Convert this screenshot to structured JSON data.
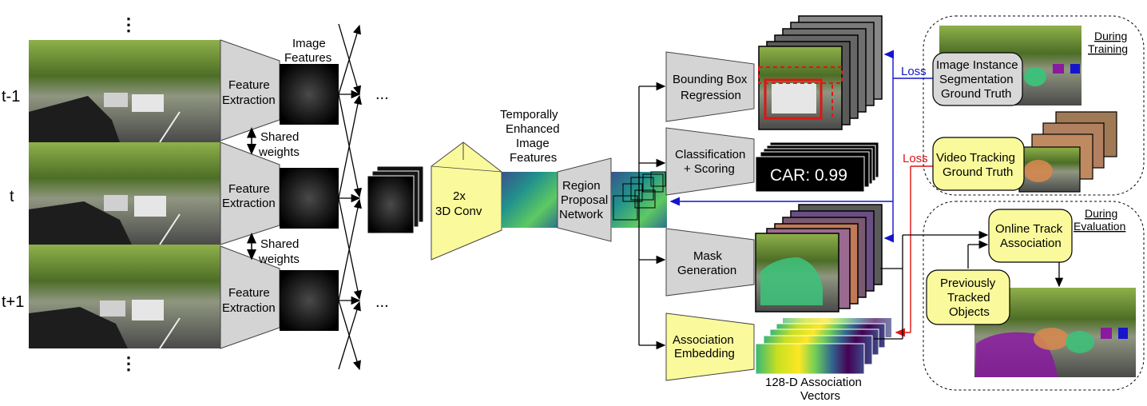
{
  "frames": {
    "labels": [
      "t-1",
      "t",
      "t+1"
    ],
    "top_dots": "⋮",
    "bottom_dots": "⋮"
  },
  "feature_extraction": {
    "label_line1": "Feature",
    "label_line2": "Extraction",
    "shared_line1": "Shared",
    "shared_line2": "weights"
  },
  "image_features": {
    "line1": "Image",
    "line2": "Features"
  },
  "ellipsis": "...",
  "conv3d": {
    "line1": "2x",
    "line2": "3D Conv"
  },
  "temporal": {
    "line1": "Temporally",
    "line2": "Enhanced",
    "line3": "Image",
    "line4": "Features"
  },
  "rpn": {
    "line1": "Region",
    "line2": "Proposal",
    "line3": "Network"
  },
  "heads": {
    "bbox": {
      "line1": "Bounding Box",
      "line2": "Regression"
    },
    "cls": {
      "line1": "Classification",
      "line2": "+ Scoring"
    },
    "mask": {
      "line1": "Mask",
      "line2": "Generation"
    },
    "assoc": {
      "line1": "Association",
      "line2": "Embedding"
    }
  },
  "score_text": "CAR: 0.99",
  "vectors": {
    "line1": "128-D Association",
    "line2": "Vectors"
  },
  "loss": {
    "blue": "Loss",
    "red": "Loss"
  },
  "training": {
    "title_line1": "During",
    "title_line2": "Training",
    "seg_gt": {
      "line1": "Image Instance",
      "line2": "Segmentation",
      "line3": "Ground Truth"
    },
    "track_gt": {
      "line1": "Video Tracking",
      "line2": "Ground Truth"
    }
  },
  "evaluation": {
    "title_line1": "During",
    "title_line2": "Evaluation",
    "assoc_box": {
      "line1": "Online Track",
      "line2": "Association"
    },
    "prev": {
      "line1": "Previously",
      "line2": "Tracked",
      "line3": "Objects"
    }
  },
  "colors": {
    "grey_block": "#d4d4d4",
    "yellow_block": "#fafa9c",
    "loss_blue": "#1515cc",
    "loss_red": "#e01515",
    "mask_green": "#3ec07a",
    "mask_orange": "#d48850",
    "mask_purple": "#8a1aa0"
  }
}
